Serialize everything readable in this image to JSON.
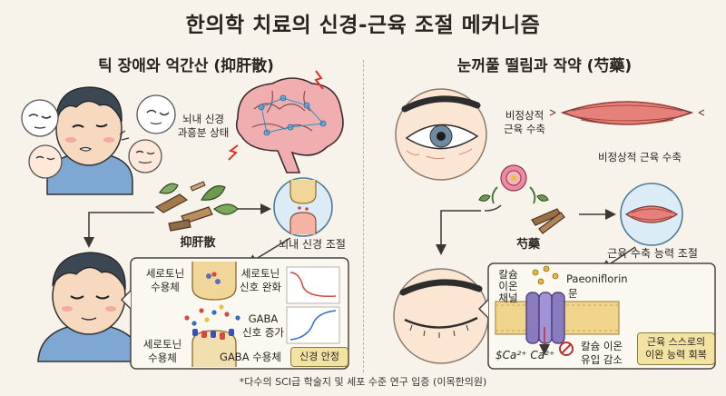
{
  "title": "한의학 치료의 신경-근육 조절 메커니즘",
  "left": {
    "heading": "틱 장애와 억간산 (抑肝散)",
    "brain_label": "뇌내 신경\n과흥분 상태",
    "herb_label": "抑肝散",
    "synapse_label": "뇌내 신경 조절",
    "detail": {
      "serotonin_receptor_top": "세로토닌\n수용체",
      "serotonin_relief": "세로토닌\n신호 완화",
      "gaba_increase": "GABA\n신호 증가",
      "serotonin_receptor_bottom": "세로토닌\n수용체",
      "gaba_receptor": "GABA 수용체",
      "stability": "신경 안정"
    }
  },
  "right": {
    "heading": "눈꺼풀 떨림과 작약 (芍藥)",
    "abnormal_label_1": "비정상적\n근육 수축",
    "abnormal_label_2": "비정상적 근육 수축",
    "herb_label": "芍藥",
    "regulation_label": "근육 수축 능력 조절",
    "detail": {
      "calcium_channel": "칼슘\n이온\n채널",
      "paeoniflorin": "Paeoniflorin",
      "door": "문",
      "reduced_influx": "칼슘 이온\n유입 감소",
      "ions": "$Ca²⁺ Ca²⁺",
      "recovery": "근육 스스로의\n이완 능력 회복"
    }
  },
  "footnote": "*다수의 SCI급 학술지 및 세포 수준 연구 입증 (이목한의원)"
}
